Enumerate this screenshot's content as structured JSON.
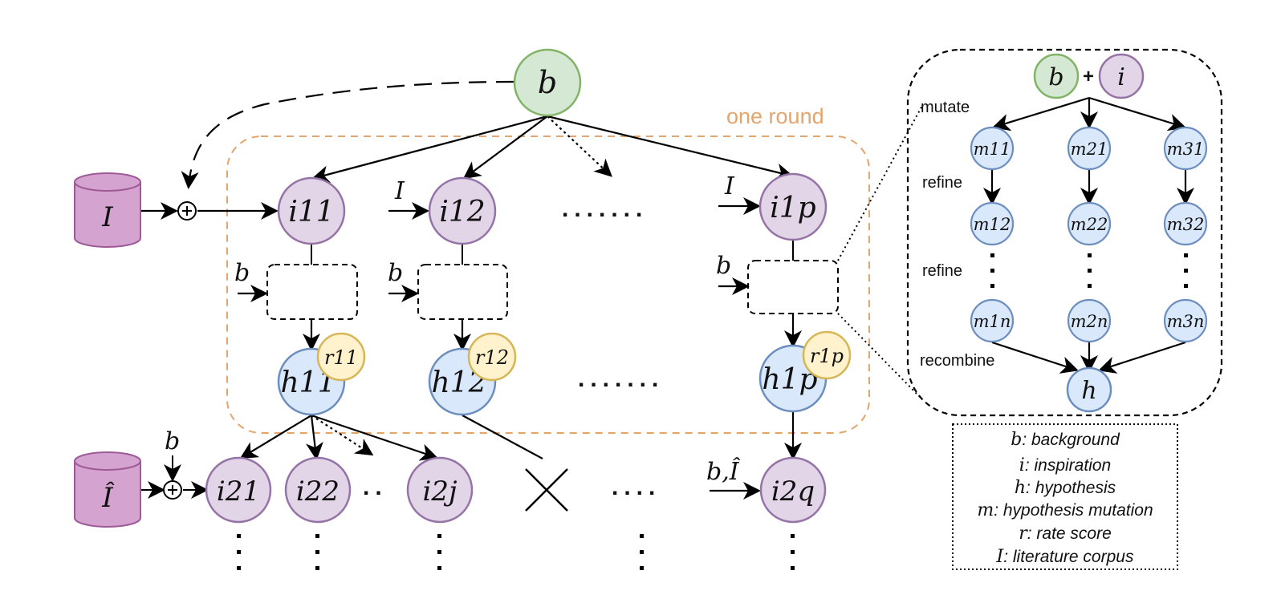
{
  "colors": {
    "background_node_fill": "#D5E8D4",
    "background_node_stroke": "#82B366",
    "inspiration_node_fill": "#E1D5E7",
    "inspiration_node_stroke": "#9673A6",
    "hypothesis_node_fill": "#DAE8FC",
    "hypothesis_node_stroke": "#6C8EBF",
    "rate_node_fill": "#FFF2CC",
    "rate_node_stroke": "#D6B656",
    "corpus_fill": "#D5A3CF",
    "corpus_stroke": "#9E5A97",
    "round_border": "#E3A56C"
  },
  "round_label": "one round",
  "nodes": {
    "b": "b",
    "corpus_I": "I",
    "corpus_I_hat": "Î",
    "i11": "i11",
    "i12": "i12",
    "i1p": "i1p",
    "h11": "h11",
    "h12": "h12",
    "h1p": "h1p",
    "r11": "r11",
    "r12": "r12",
    "r1p": "r1p",
    "i21": "i21",
    "i22": "i22",
    "i2j": "i2j",
    "i2q": "i2q"
  },
  "input_labels": {
    "I_to_i12": "I",
    "I_to_i1p": "I",
    "b_to_box1": "b",
    "b_to_box2": "b",
    "b_to_box3": "b",
    "b_to_plus2": "b",
    "b_I_hat_to_i2q": "b,Î"
  },
  "detail": {
    "b": "b",
    "plus": "+",
    "i": "i",
    "mutate": "mutate",
    "refine1": "refine",
    "refine2": "refine",
    "recombine": "recombine",
    "m11": "m11",
    "m21": "m21",
    "m31": "m31",
    "m12": "m12",
    "m22": "m22",
    "m32": "m32",
    "m1n": "m1n",
    "m2n": "m2n",
    "m3n": "m3n",
    "h": "h"
  },
  "legend": [
    {
      "symbol": "b",
      "text": ": background"
    },
    {
      "symbol": "i",
      "text": ": inspiration"
    },
    {
      "symbol": "h",
      "text": ": hypothesis"
    },
    {
      "symbol": "m",
      "text": ": hypothesis mutation"
    },
    {
      "symbol": "r",
      "text": ": rate score"
    },
    {
      "symbol": "I",
      "text": ": literature corpus"
    }
  ]
}
